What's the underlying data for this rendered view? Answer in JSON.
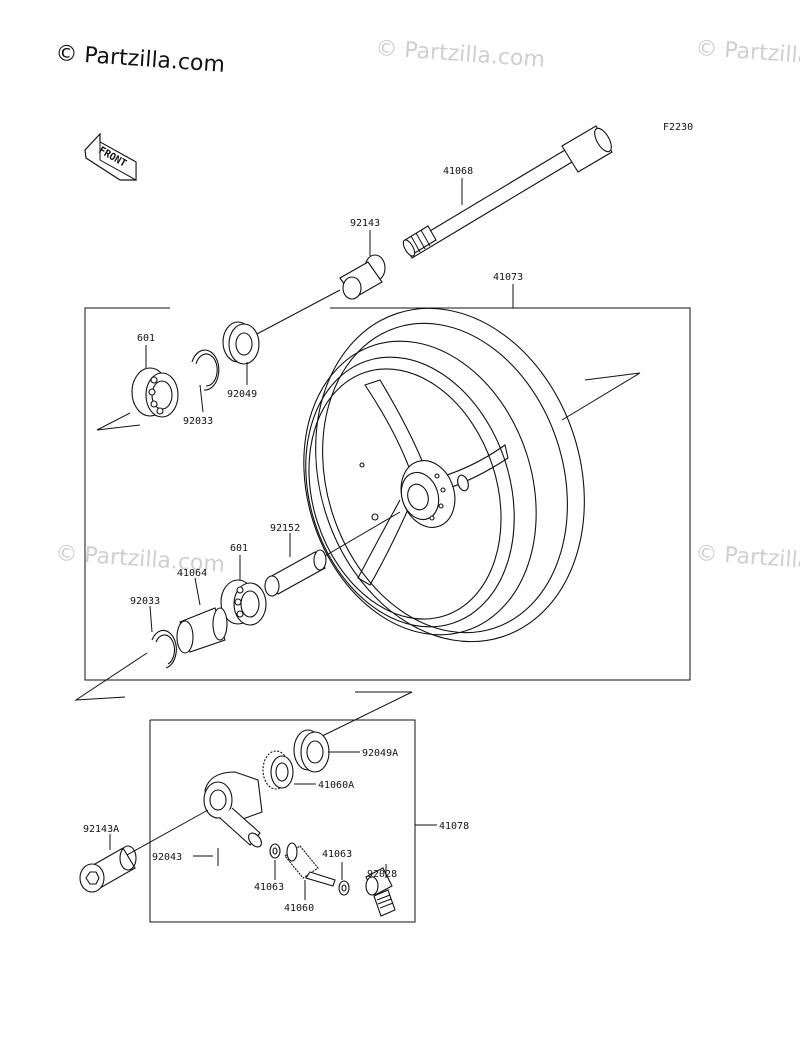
{
  "watermarks": {
    "main": "© Partzilla.com",
    "faint": "© Partzilla.com"
  },
  "figure_code": "F2230",
  "front_arrow_label": "FRONT",
  "parts": {
    "p41068": "41068",
    "p92143": "92143",
    "p41073": "41073",
    "p601_top": "601",
    "p92049": "92049",
    "p92033_top": "92033",
    "p92152": "92152",
    "p601_mid": "601",
    "p41064": "41064",
    "p92033_mid": "92033",
    "p92049A": "92049A",
    "p41060A": "41060A",
    "p92143A": "92143A",
    "p41078": "41078",
    "p92043": "92043",
    "p41063_a": "41063",
    "p41063_b": "41063",
    "p92028": "92028",
    "p41060": "41060"
  }
}
